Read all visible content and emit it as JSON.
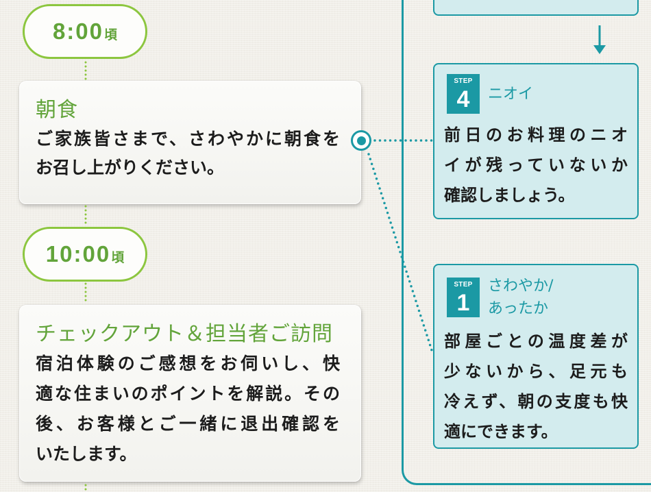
{
  "timeline": [
    {
      "time": "8:00",
      "suffix": "頃"
    },
    {
      "time": "10:00",
      "suffix": "頃"
    }
  ],
  "cards": [
    {
      "title": "朝食",
      "lines": [
        "ご家族皆さまで、さわやかに朝食を",
        "お召し上がりください。"
      ]
    },
    {
      "title": "チェックアウト＆担当者ご訪問",
      "lines": [
        "宿泊体験のご感想をお伺いし、快",
        "適な住まいのポイントを解説。その",
        "後、お客様とご一緒に退出確認を",
        "いたします。"
      ]
    }
  ],
  "steps": [
    {
      "badge": "STEP",
      "number": "4",
      "label_lines": [
        "ニオイ"
      ],
      "lines": [
        "前日のお料理のニオ",
        "イが残っていないか",
        "確認しましょう。"
      ]
    },
    {
      "badge": "STEP",
      "number": "1",
      "label_lines": [
        "さわやか/",
        "あったか"
      ],
      "lines": [
        "部屋ごとの温度差が",
        "少ないから、足元も",
        "冷えず、朝の支度も快",
        "適にできます。"
      ]
    }
  ],
  "icons": {
    "connector_marker": "connector-dot-icon",
    "flow_arrow": "arrow-down-icon"
  },
  "colors": {
    "accent_green": "#62a43a",
    "pill_border_green": "#8cc63f",
    "teal": "#1b99a4",
    "step_card_fill": "#d3ecee",
    "body_text": "#1c1c1c",
    "card_fill": "#f8f8f5",
    "background": "#f1efe9"
  }
}
